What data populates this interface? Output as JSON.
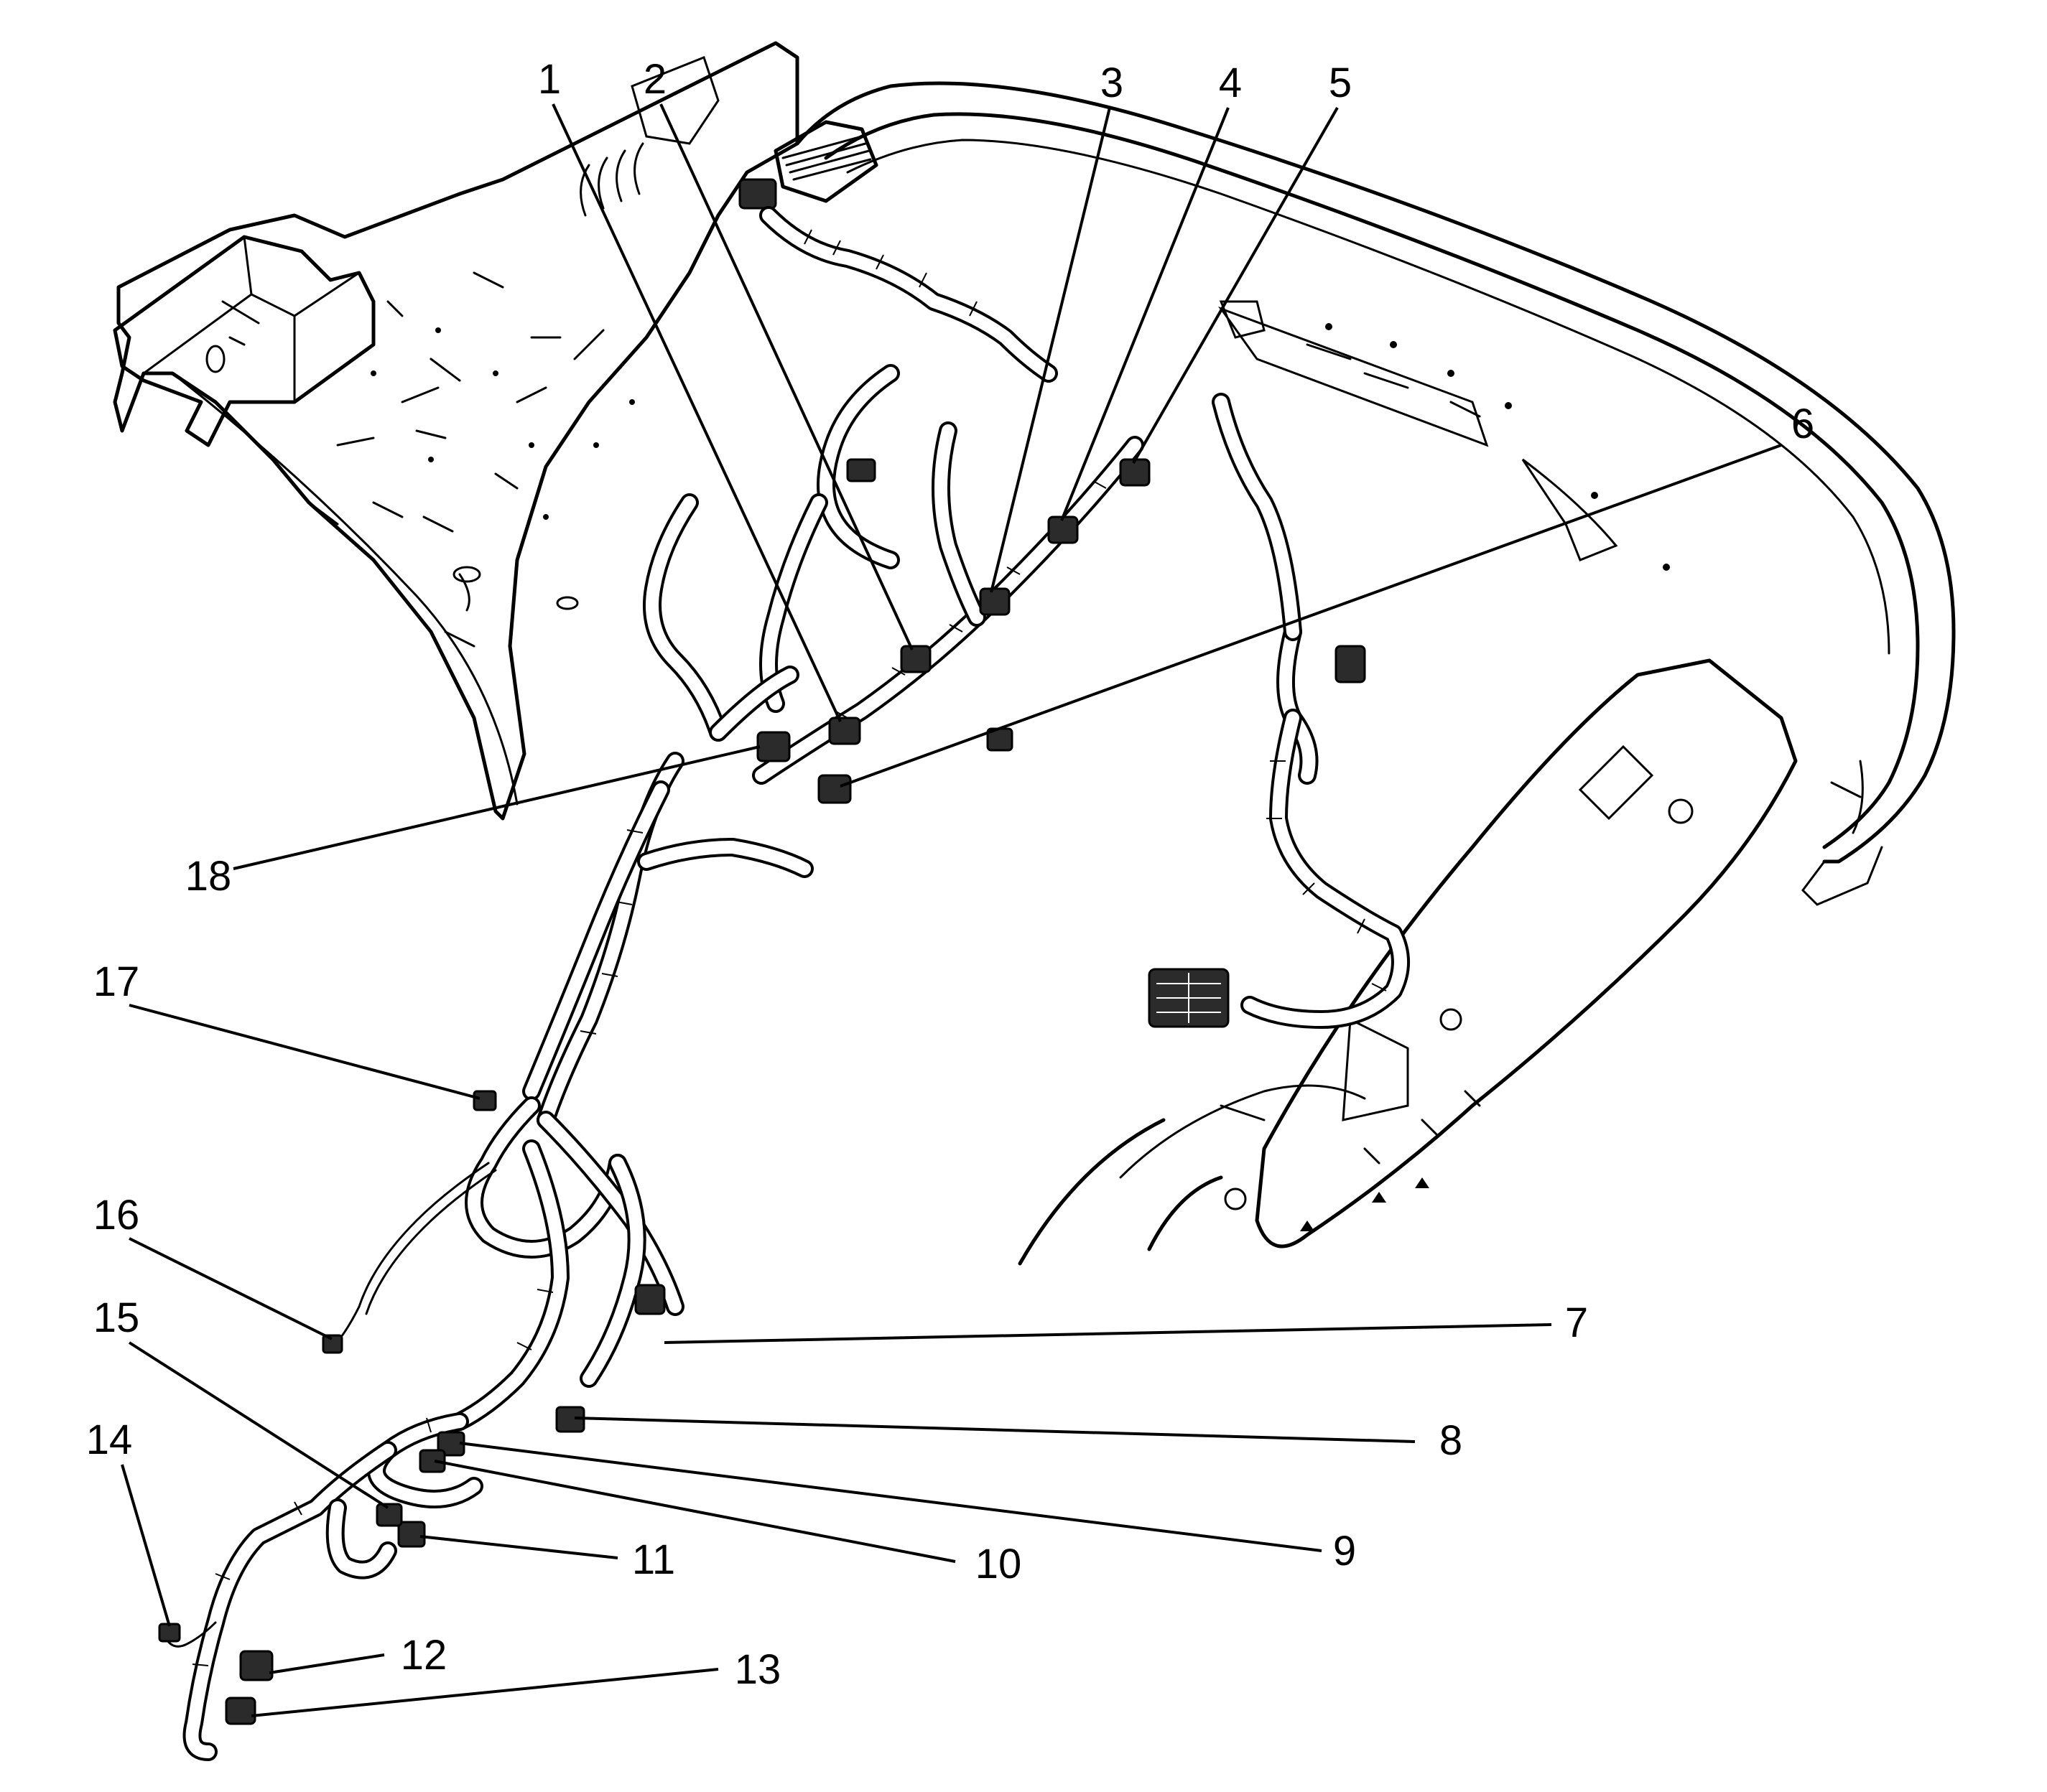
{
  "diagram": {
    "callouts": [
      {
        "id": "1",
        "label": "1"
      },
      {
        "id": "2",
        "label": "2"
      },
      {
        "id": "3",
        "label": "3"
      },
      {
        "id": "4",
        "label": "4"
      },
      {
        "id": "5",
        "label": "5"
      },
      {
        "id": "6",
        "label": "6"
      },
      {
        "id": "7",
        "label": "7"
      },
      {
        "id": "8",
        "label": "8"
      },
      {
        "id": "9",
        "label": "9"
      },
      {
        "id": "10",
        "label": "10"
      },
      {
        "id": "11",
        "label": "11"
      },
      {
        "id": "12",
        "label": "12"
      },
      {
        "id": "13",
        "label": "13"
      },
      {
        "id": "14",
        "label": "14"
      },
      {
        "id": "15",
        "label": "15"
      },
      {
        "id": "16",
        "label": "16"
      },
      {
        "id": "17",
        "label": "17"
      },
      {
        "id": "18",
        "label": "18"
      }
    ]
  },
  "colors": {
    "line": "#000000",
    "background": "#ffffff",
    "connector_fill": "#2b2b2b"
  }
}
